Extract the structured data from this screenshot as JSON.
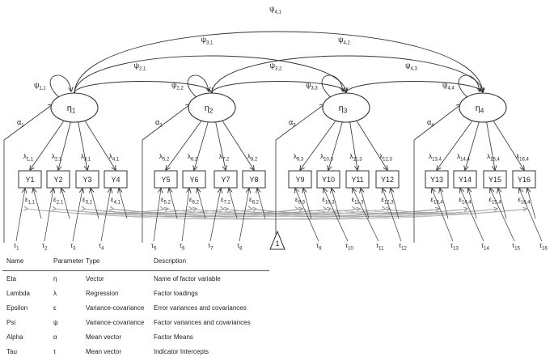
{
  "diagram": {
    "factors": [
      {
        "label": "η",
        "sub": "1",
        "alpha": "α",
        "alpha_sub": "1",
        "loadings": [
          {
            "l": "λ",
            "s": "1,1"
          },
          {
            "l": "λ",
            "s": "2,1"
          },
          {
            "l": "λ",
            "s": "3,1"
          },
          {
            "l": "λ",
            "s": "4,1"
          }
        ]
      },
      {
        "label": "η",
        "sub": "2",
        "alpha": "α",
        "alpha_sub": "2",
        "loadings": [
          {
            "l": "λ",
            "s": "5,2"
          },
          {
            "l": "λ",
            "s": "6,2"
          },
          {
            "l": "λ",
            "s": "7,2"
          },
          {
            "l": "λ",
            "s": "8,2"
          }
        ]
      },
      {
        "label": "η",
        "sub": "3",
        "alpha": "α",
        "alpha_sub": "3",
        "loadings": [
          {
            "l": "λ",
            "s": "9,3"
          },
          {
            "l": "λ",
            "s": "10,3"
          },
          {
            "l": "λ",
            "s": "11,3"
          },
          {
            "l": "λ",
            "s": "12,3"
          }
        ]
      },
      {
        "label": "η",
        "sub": "4",
        "alpha": "α",
        "alpha_sub": "4",
        "loadings": [
          {
            "l": "λ",
            "s": "13,4"
          },
          {
            "l": "λ",
            "s": "14,4"
          },
          {
            "l": "λ",
            "s": "15,4"
          },
          {
            "l": "λ",
            "s": "16,4"
          }
        ]
      }
    ],
    "indicators": [
      "Y1",
      "Y2",
      "Y3",
      "Y4",
      "Y5",
      "Y6",
      "Y7",
      "Y8",
      "Y9",
      "Y10",
      "Y11",
      "Y12",
      "Y13",
      "Y14",
      "Y15",
      "Y16"
    ],
    "errors": [
      {
        "l": "ε",
        "s": "1,1"
      },
      {
        "l": "ε",
        "s": "2,1"
      },
      {
        "l": "ε",
        "s": "3,1"
      },
      {
        "l": "ε",
        "s": "4,1"
      },
      {
        "l": "ε",
        "s": "5,2"
      },
      {
        "l": "ε",
        "s": "6,2"
      },
      {
        "l": "ε",
        "s": "7,2"
      },
      {
        "l": "ε",
        "s": "8,2"
      },
      {
        "l": "ε",
        "s": "9,3"
      },
      {
        "l": "ε",
        "s": "10,3"
      },
      {
        "l": "ε",
        "s": "11,3"
      },
      {
        "l": "ε",
        "s": "12,3"
      },
      {
        "l": "ε",
        "s": "13,4"
      },
      {
        "l": "ε",
        "s": "14,4"
      },
      {
        "l": "ε",
        "s": "15,4"
      },
      {
        "l": "ε",
        "s": "16,4"
      }
    ],
    "intercepts": [
      {
        "l": "τ",
        "s": "1"
      },
      {
        "l": "τ",
        "s": "2"
      },
      {
        "l": "τ",
        "s": "3"
      },
      {
        "l": "τ",
        "s": "4"
      },
      {
        "l": "τ",
        "s": "5"
      },
      {
        "l": "τ",
        "s": "6"
      },
      {
        "l": "τ",
        "s": "7"
      },
      {
        "l": "τ",
        "s": "8"
      },
      {
        "l": "τ",
        "s": "9"
      },
      {
        "l": "τ",
        "s": "10"
      },
      {
        "l": "τ",
        "s": "11"
      },
      {
        "l": "τ",
        "s": "12"
      },
      {
        "l": "τ",
        "s": "13"
      },
      {
        "l": "τ",
        "s": "14"
      },
      {
        "l": "τ",
        "s": "15"
      },
      {
        "l": "τ",
        "s": "16"
      }
    ],
    "factor_variances": [
      {
        "l": "ψ",
        "s": "1,1"
      },
      {
        "l": "ψ",
        "s": "2,2"
      },
      {
        "l": "ψ",
        "s": "3,3"
      },
      {
        "l": "ψ",
        "s": "4,4"
      }
    ],
    "factor_covariances": [
      {
        "l": "ψ",
        "s": "2,1"
      },
      {
        "l": "ψ",
        "s": "3,2"
      },
      {
        "l": "ψ",
        "s": "4,3"
      },
      {
        "l": "ψ",
        "s": "3,1"
      },
      {
        "l": "ψ",
        "s": "4,2"
      },
      {
        "l": "ψ",
        "s": "4,1"
      }
    ],
    "constant_label": "1"
  },
  "legend": {
    "headers": {
      "name": "Name",
      "parameter": "Parameter",
      "type": "Type",
      "description": "Description"
    },
    "rows": [
      {
        "name": "Eta",
        "parameter": "η",
        "type": "Vector",
        "description": "Name of factor variable"
      },
      {
        "name": "Lambda",
        "parameter": "λ",
        "type": "Regression",
        "description": "Factor loadings"
      },
      {
        "name": "Epsilon",
        "parameter": "ε",
        "type": "Variance-covariance",
        "description": "Error variances and covariances"
      },
      {
        "name": "Psi",
        "parameter": "ψ",
        "type": "Variance-covariance",
        "description": "Factor variances and covariances"
      },
      {
        "name": "Alpha",
        "parameter": "α",
        "type": "Mean vector",
        "description": "Factor Means"
      },
      {
        "name": "Tau",
        "parameter": "τ",
        "type": "Mean vector",
        "description": "Indicator Intercepts"
      }
    ]
  }
}
